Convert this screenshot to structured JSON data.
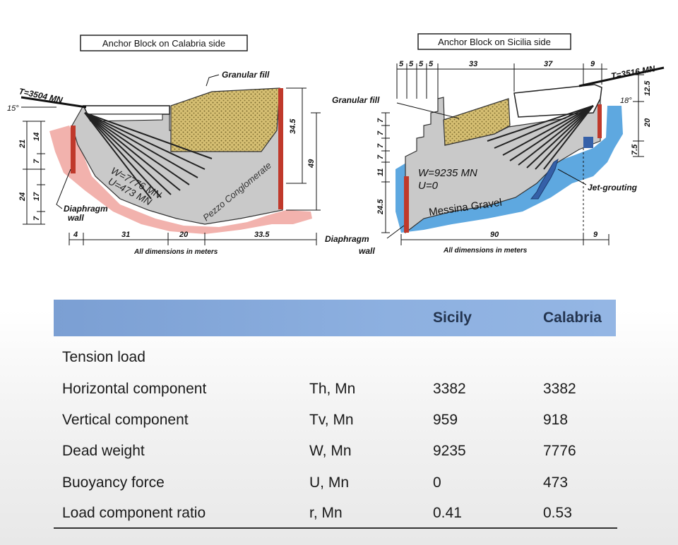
{
  "calabria": {
    "title": "Anchor Block on Calabria side",
    "tension": "T=3504 MN",
    "angle": "15°",
    "fill_label": "Granular fill",
    "weight": "W=7776 MN",
    "uplift": "U=473 MN",
    "soil": "Pezzo Conglomerate",
    "wall_line1": "Diaphragm",
    "wall_line2": "wall",
    "left_dims": [
      "21",
      "14",
      "7",
      "24",
      "17",
      "7"
    ],
    "right_dims": [
      "34.5",
      "49"
    ],
    "bottom_dims": [
      "4",
      "31",
      "20",
      "33.5"
    ],
    "note": "All dimensions in meters"
  },
  "sicilia": {
    "title": "Anchor Block on Sicilia side",
    "tension": "T=3516 MN",
    "angle": "18°",
    "fill_label": "Granular fill",
    "weight": "W=9235 MN",
    "uplift": "U=0",
    "soil": "Messina Gravel",
    "grout": "Jet-grouting",
    "wall_line1": "Diaphragm",
    "wall_line2": "wall",
    "top_dims": [
      "5",
      "5",
      "5",
      "5",
      "33",
      "37",
      "9"
    ],
    "left_dims": [
      "7",
      "7",
      "7",
      "7",
      "11",
      "24.5"
    ],
    "right_dims": [
      "12.5",
      "20",
      "7.5"
    ],
    "bottom_dims": [
      "90",
      "9"
    ],
    "note": "All dimensions in meters"
  },
  "table": {
    "headers": [
      "",
      "",
      "Sicily",
      "Calabria"
    ],
    "section": "Tension load",
    "rows": [
      {
        "name": "Horizontal component",
        "symbol": "Th, Mn",
        "sicily": "3382",
        "calabria": "3382"
      },
      {
        "name": "Vertical component",
        "symbol": "Tv, Mn",
        "sicily": "959",
        "calabria": "918"
      },
      {
        "name": "Dead weight",
        "symbol": "W, Mn",
        "sicily": "9235",
        "calabria": "7776"
      },
      {
        "name": "Buoyancy force",
        "symbol": "U, Mn",
        "sicily": "0",
        "calabria": "473"
      },
      {
        "name": "Load component ratio",
        "symbol": "r, Mn",
        "sicily": "0.41",
        "calabria": "0.53"
      }
    ]
  },
  "colors": {
    "header_band": "#8aaddf",
    "conglomerate": "#f2b2ad",
    "gravel": "#5ea8e0",
    "granular_fill": "#d9c27a",
    "concrete": "#c9c9c9",
    "wall": "#c0392b"
  }
}
